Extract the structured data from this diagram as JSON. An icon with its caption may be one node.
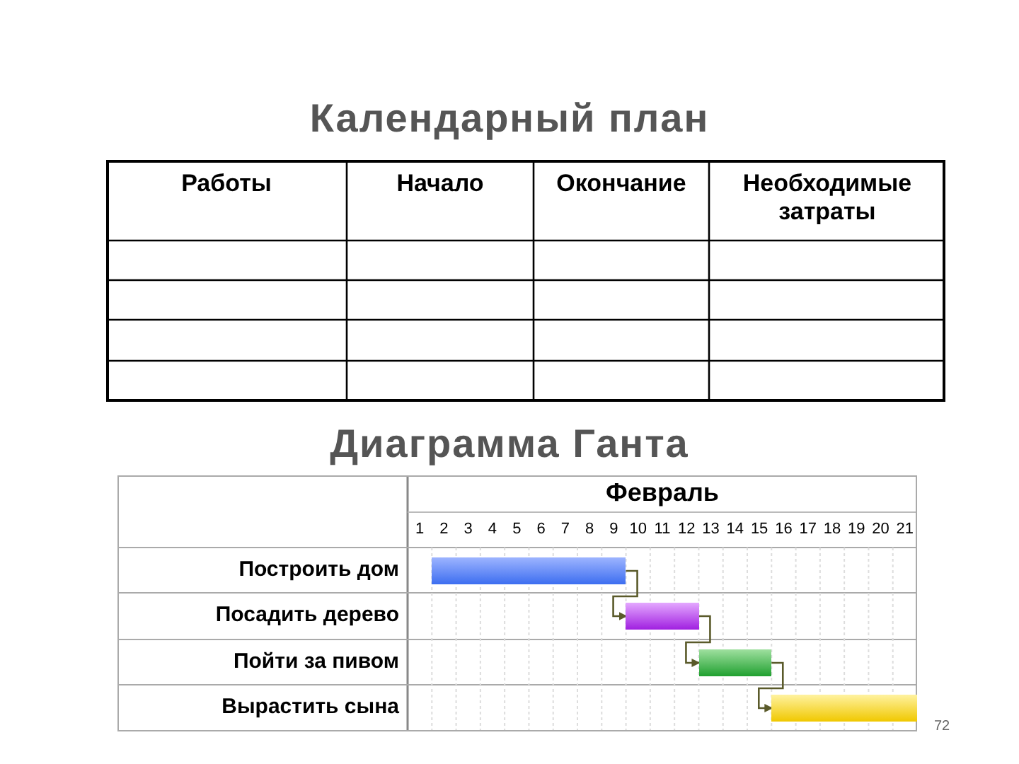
{
  "diagram": {
    "title": "Календарный план",
    "nodes": [
      {
        "text": [],
        "shape": "bar"
      },
      {
        "text": [],
        "shape": "bar"
      },
      {
        "text": [],
        "shape": "bar"
      },
      {
        "text": [],
        "shape": "bar"
      }
    ],
    "edges": [
      {
        "from": 0,
        "to": 1,
        "arrow": "to"
      },
      {
        "from": 1,
        "to": 2,
        "arrow": "to"
      },
      {
        "from": 2,
        "to": 3,
        "arrow": "to"
      }
    ],
    "labels": [
      "Работы",
      "Начало",
      "Окончание",
      "Необходимые затраты",
      "Диаграмма Ганта",
      "Февраль",
      "1",
      "2",
      "3",
      "4",
      "5",
      "6",
      "7",
      "8",
      "9",
      "10",
      "11",
      "12",
      "13",
      "14",
      "15",
      "16",
      "17",
      "18",
      "19",
      "20",
      "21",
      "Построить дом",
      "Посадить дерево",
      "Пойти за пивом",
      "Вырастить сына",
      "72"
    ]
  }
}
